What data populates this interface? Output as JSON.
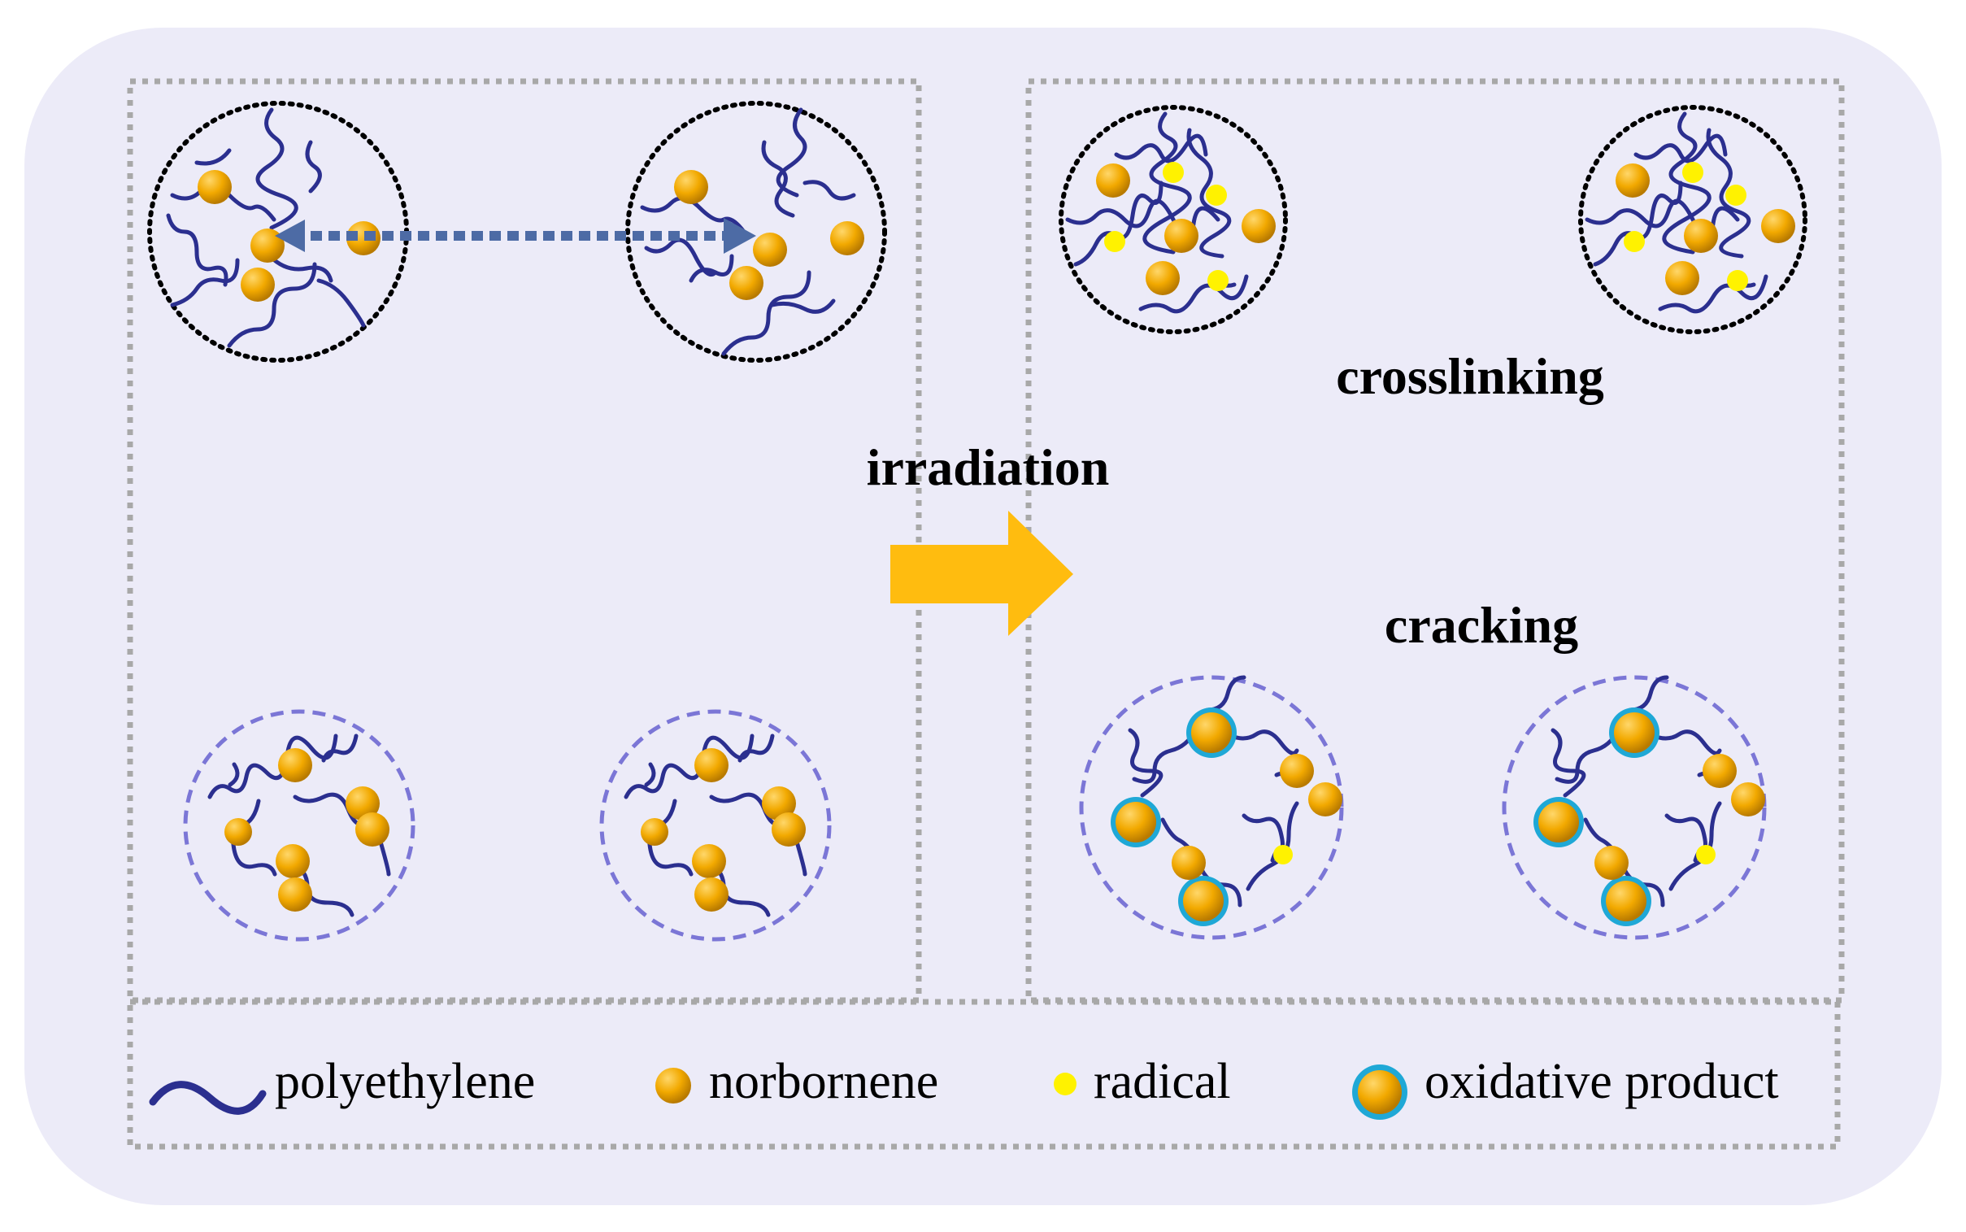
{
  "labels": {
    "irradiation": "irradiation",
    "crosslinking": "crosslinking",
    "cracking": "cracking"
  },
  "legend": {
    "polyethylene": "polyethylene",
    "norbornene": "norbornene",
    "radical": "radical",
    "oxidative_product": "oxidative product"
  },
  "colors": {
    "background_panel": "#ECEBF8",
    "chain": "#2B2F8F",
    "norbornene": "#F2A900",
    "radical": "#FFF200",
    "oxidative_ring": "#1FA8D6",
    "arrow": "#FFBC0F",
    "diffusion_arrow": "#4D6BA5",
    "solid_domain_border": "#000000",
    "amorphous_domain_border": "#7B76D6",
    "frame_border": "#A8A8A8"
  }
}
